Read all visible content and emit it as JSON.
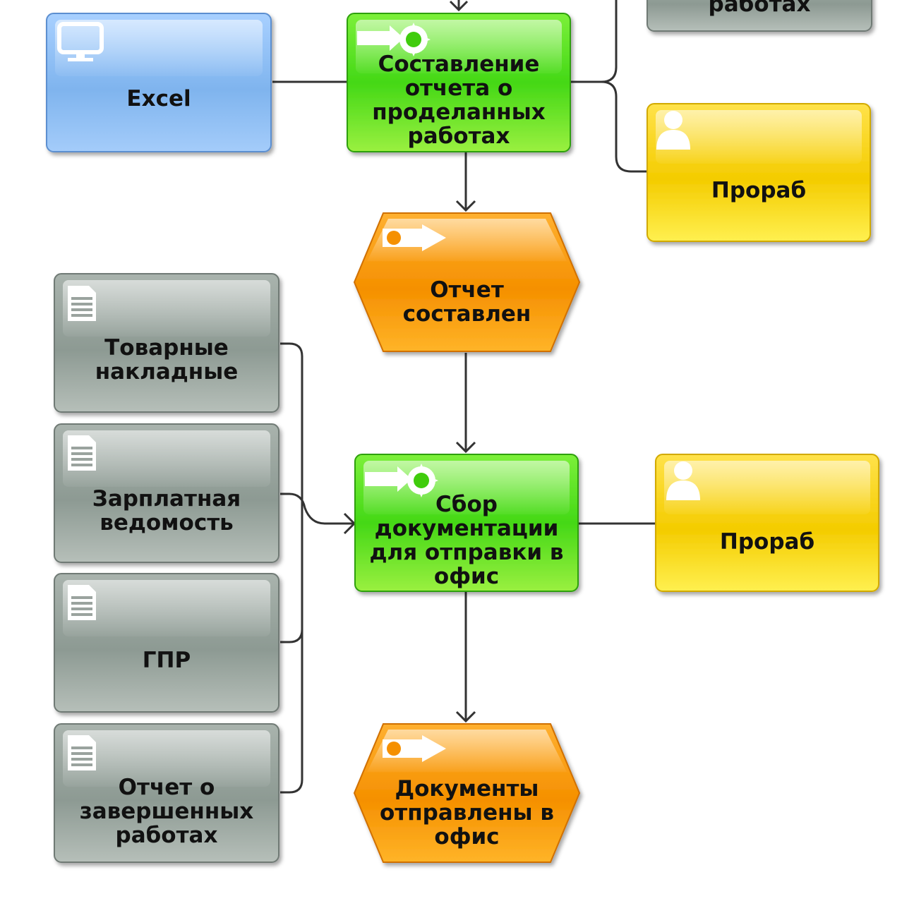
{
  "diagram": {
    "colors": {
      "function_green": "#3fcc10",
      "event_orange": "#f08c00",
      "role_yellow": "#f5d000",
      "system_blue": "#7fb4ee",
      "document_gray": "#8e9a94",
      "connector": "#333333"
    },
    "nodes": {
      "top_doc_partial": {
        "label": "работах",
        "icon": "document-icon"
      },
      "excel": {
        "label": "Excel",
        "icon": "monitor-icon"
      },
      "func_report": {
        "label": "Составление\nотчета о\nпроделанных\nработах",
        "icon": "function-icon"
      },
      "role_1": {
        "label": "Прораб",
        "icon": "person-icon"
      },
      "event_report": {
        "label": "Отчет\nсоставлен",
        "icon": "event-icon"
      },
      "doc_invoices": {
        "label": "Товарные\nнакладные",
        "icon": "document-icon"
      },
      "doc_payroll": {
        "label": "Зарплатная\nведомость",
        "icon": "document-icon"
      },
      "doc_gpr": {
        "label": "ГПР",
        "icon": "document-icon"
      },
      "doc_completed": {
        "label": "Отчет о\nзавершенных\nработах",
        "icon": "document-icon"
      },
      "func_collect": {
        "label": "Сбор\nдокументации\nдля отправки в\nофис",
        "icon": "function-icon"
      },
      "role_2": {
        "label": "Прораб",
        "icon": "person-icon"
      },
      "event_sent": {
        "label": "Документы\nотправлены в\nофис",
        "icon": "event-icon"
      }
    }
  }
}
